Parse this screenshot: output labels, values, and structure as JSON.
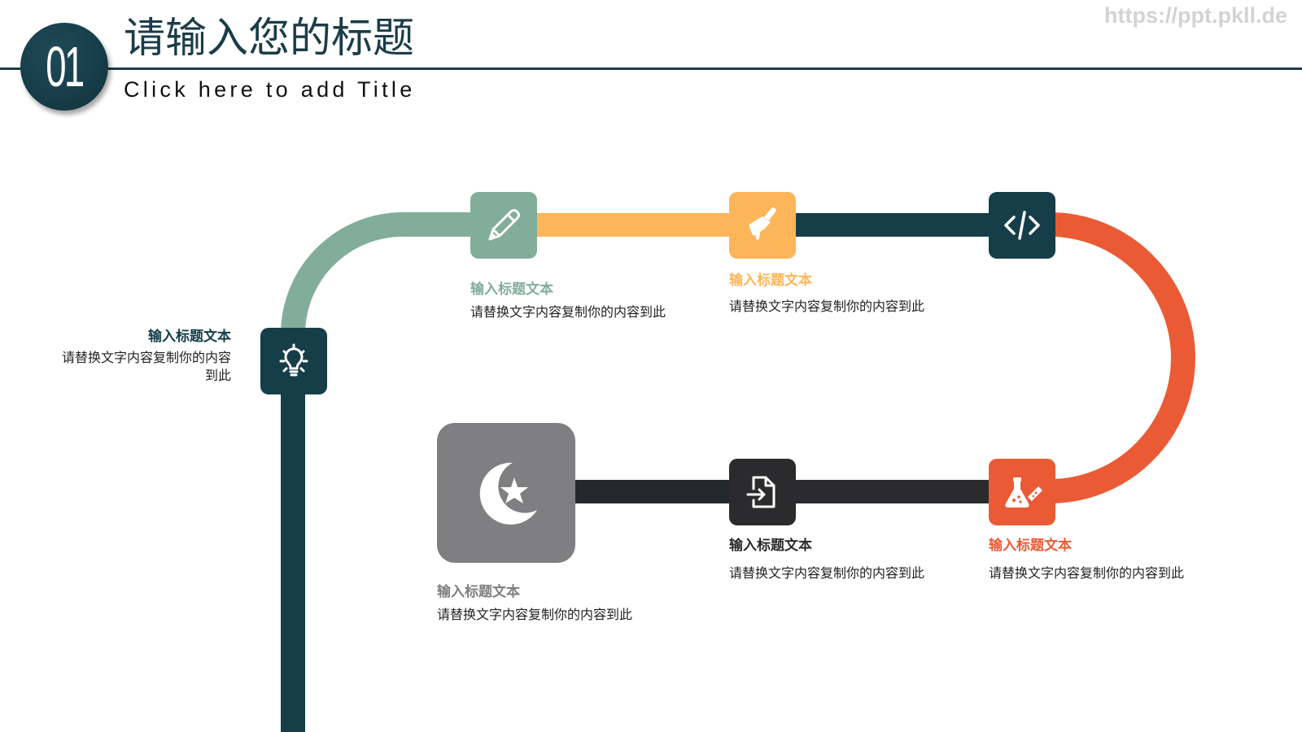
{
  "header": {
    "badge_number": "01",
    "title": "请输入您的标题",
    "subtitle": "Click here to add Title",
    "watermark": "https://ppt.pkll.de"
  },
  "colors": {
    "dark_teal": "#163e48",
    "sage": "#82ad9b",
    "amber": "#fdb55a",
    "coral": "#ea5b35",
    "charcoal": "#2b2b2d",
    "gray": "#7f7e80",
    "bar_dark": "#24292e"
  },
  "steps": [
    {
      "id": 1,
      "icon": "lightbulb-icon",
      "color": "#163e48",
      "title": "输入标题文本",
      "desc_line1": "请替换文字内容复制你的内容",
      "desc_line2": "到此"
    },
    {
      "id": 2,
      "icon": "pencil-icon",
      "color": "#82ad9b",
      "title": "输入标题文本",
      "desc": "请替换文字内容复制你的内容到此"
    },
    {
      "id": 3,
      "icon": "paint-brush-icon",
      "color": "#fdb55a",
      "title": "输入标题文本",
      "desc": "请替换文字内容复制你的内容到此"
    },
    {
      "id": 4,
      "icon": "code-icon",
      "color": "#163e48"
    },
    {
      "id": 5,
      "icon": "flask-icon",
      "color": "#ea5b35",
      "title": "输入标题文本",
      "desc": "请替换文字内容复制你的内容到此"
    },
    {
      "id": 6,
      "icon": "file-import-icon",
      "color": "#2b2b2d",
      "title": "输入标题文本",
      "desc": "请替换文字内容复制你的内容到此"
    },
    {
      "id": 7,
      "icon": "star-crescent-icon",
      "color": "#7f7e80",
      "title": "输入标题文本",
      "desc": "请替换文字内容复制你的内容到此"
    }
  ]
}
